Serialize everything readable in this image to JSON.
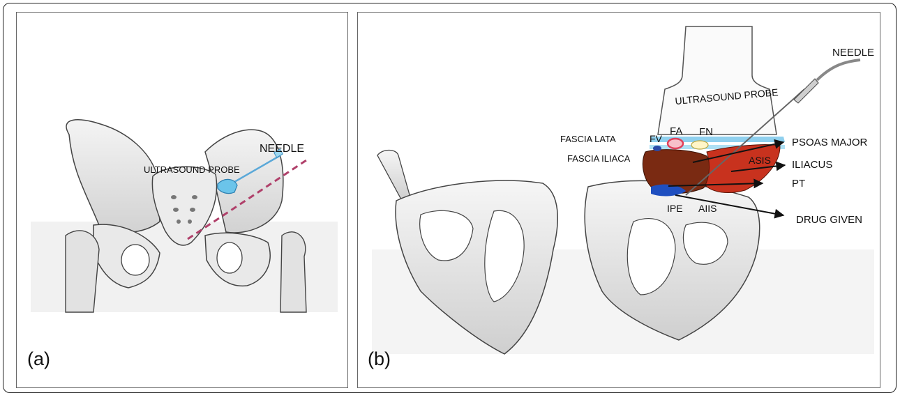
{
  "panel_a": {
    "letter": "(a)",
    "labels": {
      "needle": "NEEDLE",
      "ultrasound_probe": "ULTRASOUND PROBE"
    }
  },
  "panel_b": {
    "letter": "(b)",
    "labels": {
      "needle": "NEEDLE",
      "ultrasound_probe": "ULTRASOUND PROBE",
      "fascia_lata": "FASCIA LATA",
      "fascia_iliaca": "FASCIA ILIACA",
      "fv": "FV",
      "fa": "FA",
      "fn": "FN",
      "psoas_major": "PSOAS MAJOR",
      "iliacus": "ILIACUS",
      "asis": "ASIS",
      "pt": "PT",
      "ipe": "IPE",
      "aiis": "AIIS",
      "drug_given": "DRUG GIVEN"
    }
  },
  "colors": {
    "probe": "#6bc4ea",
    "needle_path": "#b0406a",
    "psoas": "#7a2a12",
    "iliacus": "#c8321e",
    "fascia": "#8fd0ee",
    "drug": "#1f4fc0",
    "femoral_artery": "#e0405a",
    "femoral_vein": "#2a4aa8"
  }
}
